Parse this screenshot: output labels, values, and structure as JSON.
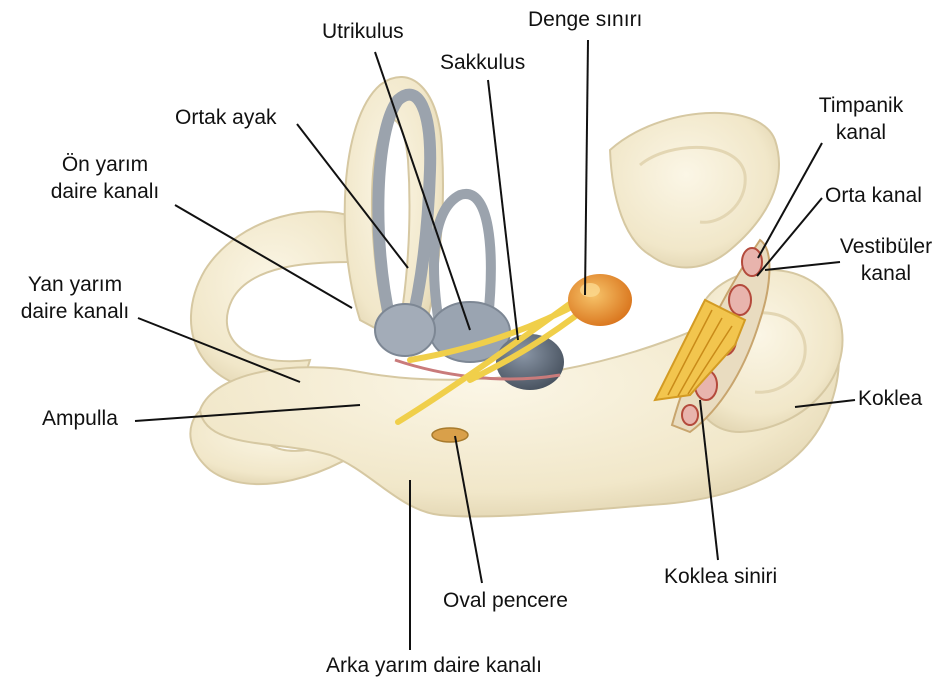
{
  "diagram": {
    "labels": {
      "utrikulus": "Utrikulus",
      "denge_siniri": "Denge sınırı",
      "sakkulus": "Sakkulus",
      "ortak_ayak": "Ortak ayak",
      "on_yarim_1": "Ön yarım",
      "on_yarim_2": "daire kanalı",
      "yan_yarim_1": "Yan yarım",
      "yan_yarim_2": "daire kanalı",
      "ampulla": "Ampulla",
      "timpanik_1": "Timpanik",
      "timpanik_2": "kanal",
      "orta_kanal": "Orta kanal",
      "vestibuler_1": "Vestibüler",
      "vestibuler_2": "kanal",
      "koklea": "Koklea",
      "koklea_siniri": "Koklea siniri",
      "oval_pencere": "Oval pencere",
      "arka_yarim": "Arka yarım daire kanalı"
    },
    "colors": {
      "bone": "#f4ecd4",
      "bone_shadow": "#ddd0ad",
      "membrane": "#a9b1bb",
      "sac": "#596575",
      "nerve": "#f0cf4a",
      "ganglion": "#e5902c",
      "leader": "#111111"
    }
  }
}
